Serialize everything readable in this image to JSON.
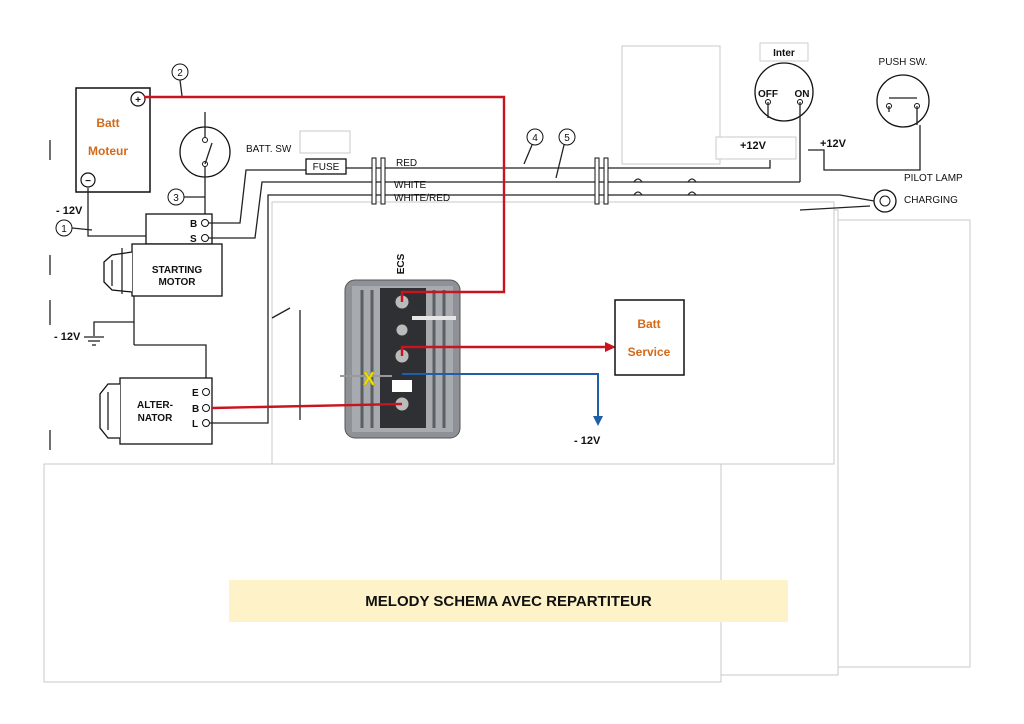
{
  "title": "MELODY SCHEMA AVEC REPARTITEUR",
  "batt_moteur": {
    "line1": "Batt",
    "line2": "Moteur",
    "plus": "+",
    "minus": "−"
  },
  "batt_service": {
    "line1": "Batt",
    "line2": "Service"
  },
  "labels": {
    "batt_sw": "BATT. SW",
    "fuse": "FUSE",
    "red": "RED",
    "white": "WHITE",
    "white_red": "WHITE/RED",
    "ecs": "ECS",
    "starting_motor_1": "STARTING",
    "starting_motor_2": "MOTOR",
    "alternator_1": "ALTER-",
    "alternator_2": "NATOR",
    "inter": "Inter",
    "off": "OFF",
    "on": "ON",
    "push_sw": "PUSH SW.",
    "pilot_lamp": "PILOT LAMP",
    "charging": "CHARGING",
    "b": "B",
    "s": "S",
    "e": "E",
    "l": "L",
    "x_mark": "X"
  },
  "voltages": {
    "neg_12v_top": "- 12V",
    "neg_12v_mid": "- 12V",
    "neg_12v_service": "- 12V",
    "pos_12v_inter": "+12V",
    "pos_12v_push": "+12V"
  },
  "wire_numbers": [
    "1",
    "2",
    "3",
    "4",
    "5"
  ],
  "colors": {
    "red_wire": "#c8141e",
    "blue_wire": "#1f5fa8",
    "label_orange": "#d26a1a",
    "banner": "#fdf2c8"
  }
}
